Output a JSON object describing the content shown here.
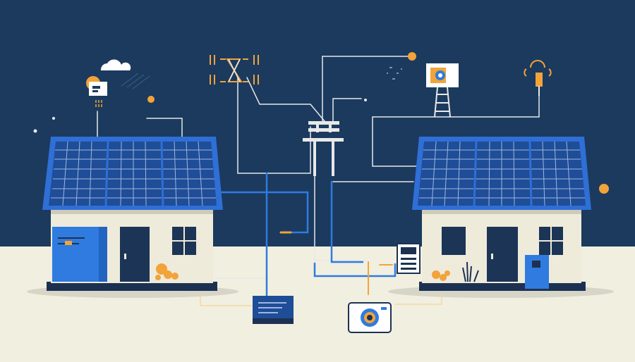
{
  "palette": {
    "sky": "#1B3A5E",
    "ground": "#F1EFDF",
    "panel_frame": "#2F6FD6",
    "panel_cell": "#1F4D97",
    "panel_grid": "#9DB6E0",
    "wall": "#EEEBDB",
    "door": "#1C3556",
    "battery": "#2F7BE0",
    "wire_blue": "#2F7BE0",
    "wire_white": "#E8E8E8",
    "accent_orange": "#F2A33A",
    "plinth": "#1C3152",
    "shadow": "#D7D5C7"
  },
  "icons": [
    "cloud-icon",
    "sun-icon",
    "weather-station-icon",
    "transmission-tower-icon",
    "power-pole-icon",
    "monitor-display-icon",
    "antenna-icon",
    "smart-meter-icon",
    "battery-storage-icon",
    "inverter-box-icon",
    "energy-meter-icon",
    "plant-icon"
  ],
  "scene": {
    "houses": [
      {
        "name": "left-house",
        "roof_panels": 3,
        "has_wall_battery": true
      },
      {
        "name": "right-house",
        "roof_panels": 3,
        "has_wall_battery": true
      }
    ]
  }
}
